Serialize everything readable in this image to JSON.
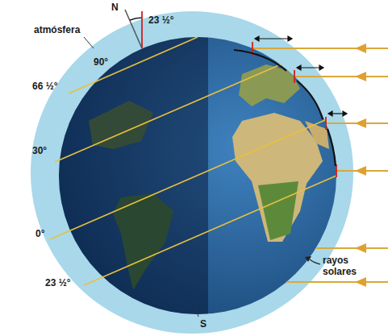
{
  "diagram": {
    "labels": [
      "N",
      "23 ½°",
      "atmósfera",
      "90°",
      "66 ½°",
      "30°",
      "0°",
      "23 ½°",
      "rayos solares",
      "S"
    ]
  }
}
